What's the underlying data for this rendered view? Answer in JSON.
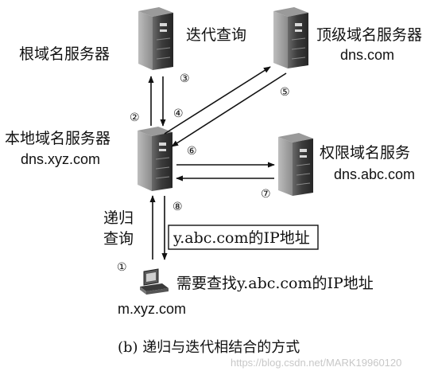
{
  "diagram": {
    "root_server": {
      "label": "根域名服务器"
    },
    "tld_server": {
      "label": "顶级域名服务器",
      "domain": "dns.com"
    },
    "local_server": {
      "label": "本地域名服务器",
      "domain": "dns.xyz.com"
    },
    "auth_server": {
      "label": "权限域名服务",
      "domain": "dns.abc.com"
    },
    "host": {
      "domain": "m.xyz.com",
      "request": "需要查找y.abc.com的IP地址"
    },
    "iterative_label": "迭代查询",
    "recursive_label_line1": "递归",
    "recursive_label_line2": "查询",
    "answer_box": "y.abc.com的IP地址",
    "steps": [
      "①",
      "②",
      "③",
      "④",
      "⑤",
      "⑥",
      "⑦",
      "⑧"
    ]
  },
  "caption": "(b) 递归与迭代相结合的方式",
  "watermark": "https://blog.csdn.net/MARK19960120"
}
